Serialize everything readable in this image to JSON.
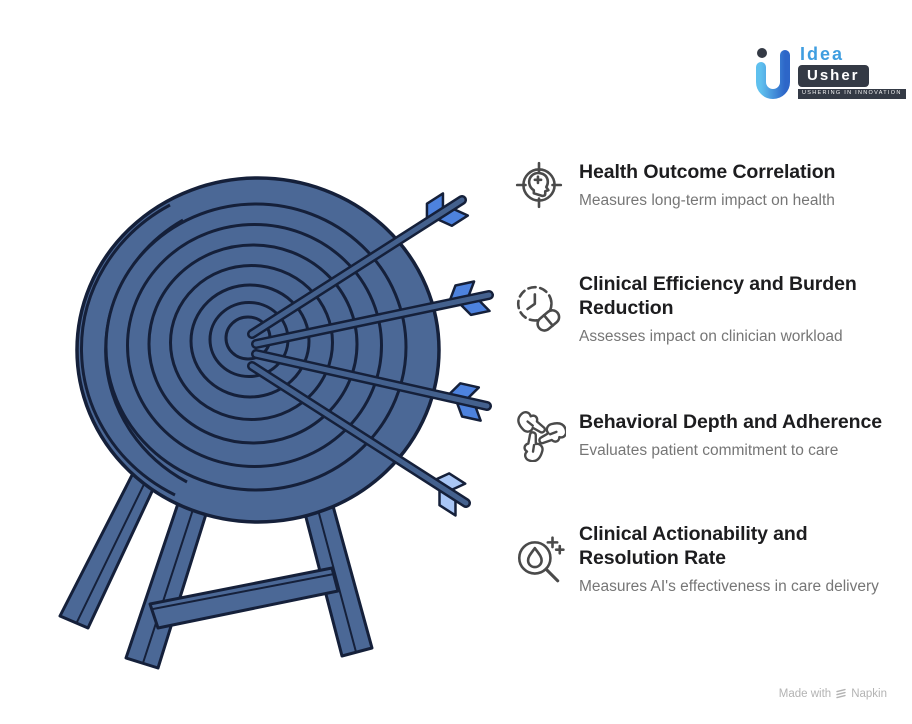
{
  "logo": {
    "brand_top": "Idea",
    "brand_bottom": "Usher",
    "tagline": "USHERING IN INNOVATION"
  },
  "list": {
    "items": [
      {
        "icon": "head-target-icon",
        "title": "Health Outcome Correlation",
        "subtitle": "Measures long-term impact on health"
      },
      {
        "icon": "clock-pill-icon",
        "title": "Clinical Efficiency and Burden\nReduction",
        "subtitle": "Assesses impact on clinician workload"
      },
      {
        "icon": "hands-together-icon",
        "title": "Behavioral Depth and Adherence",
        "subtitle": "Evaluates patient commitment to care"
      },
      {
        "icon": "magnifier-droplet-icon",
        "title": "Clinical Actionability and\nResolution Rate",
        "subtitle": "Measures AI's effectiveness in care delivery"
      }
    ]
  },
  "footer": {
    "text_prefix": "Made with",
    "brand": "Napkin"
  },
  "colors": {
    "board": "#4b6896",
    "outline": "#15203a",
    "shaft": "#44618e",
    "fletch": "#4d82de",
    "fletch_light": "#a9c6f5",
    "title": "#1d1d1f",
    "subtitle": "#767676",
    "icon": "#4a4a4a",
    "logo_dark": "#343a45",
    "logo_blue": "#3f9ee0",
    "logo_grad_start": "#5fc0ee",
    "logo_grad_end": "#2d66c8",
    "footer_gray": "#b3b3b3"
  }
}
